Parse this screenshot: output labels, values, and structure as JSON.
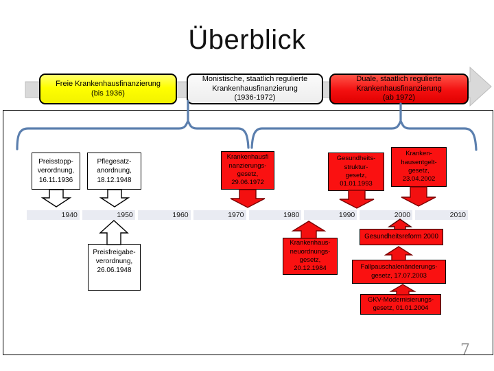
{
  "title": "Überblick",
  "page_number": "7",
  "colors": {
    "accent_blue": "#5b7fae",
    "phase_yellow": "#ffff00",
    "phase_red": "#f31010",
    "event_red": "#fa1111",
    "band_gray": "#d9d9d9",
    "timeline_gray": "#e9ebf2"
  },
  "header_phases": [
    {
      "label": "Freie Krankenhausfinanzierung\n(bis 1936)"
    },
    {
      "label": "Monistische, staatlich regulierte\nKrankenhausfinanzierung\n(1936-1972)"
    },
    {
      "label": "Duale, staatlich regulierte\nKrankenhausfinanzierung\n(ab 1972)"
    }
  ],
  "timeline": {
    "years": [
      "1940",
      "1950",
      "1960",
      "1970",
      "1980",
      "1990",
      "2000",
      "2010"
    ]
  },
  "events_above": [
    {
      "label": "Preisstopp-\nverordnung,\n16.11.1936"
    },
    {
      "label": "Pflegesatz-\nanordnung,\n18.12.1948"
    },
    {
      "label": "Krankenhausfi\nnanzierungs-\ngesetz,\n29.06.1972"
    },
    {
      "label": "Gesundheits-\nstruktur-\ngesetz,\n01.01.1993"
    },
    {
      "label": "Kranken-\nhausentgelt-\ngesetz,\n23.04.2002"
    }
  ],
  "events_below": [
    {
      "label": "Preisfreigabe-\nverordnung,\n26.06.1948"
    },
    {
      "label": "Krankenhaus-\nneuordnungs-\ngesetz,\n20.12.1984"
    },
    {
      "label": "Gesundheitsreform 2000"
    },
    {
      "label": "Fallpauschalenänderungs-\ngesetz, 17.07.2003"
    },
    {
      "label": "GKV-Modernisierungs-\ngesetz, 01.01.2004"
    }
  ]
}
